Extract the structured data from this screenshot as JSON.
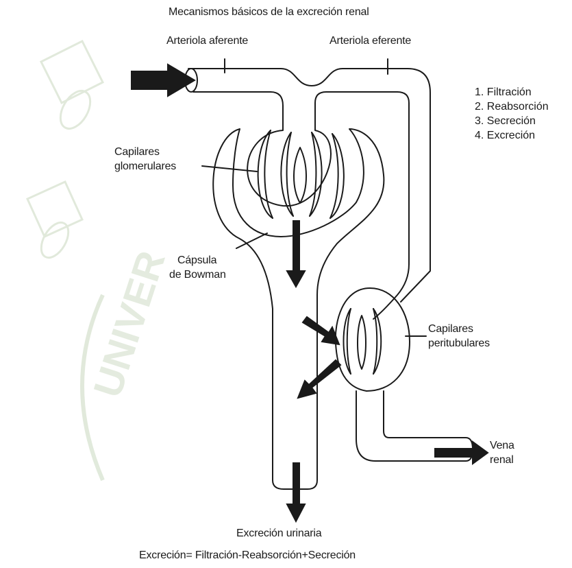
{
  "title": "Mecanismos básicos de la excreción renal",
  "labels": {
    "afferent": "Arteriola aferente",
    "efferent": "Arteriola eferente",
    "glomerular_1": "Capilares",
    "glomerular_2": "glomerulares",
    "bowman_1": "Cápsula",
    "bowman_2": "de Bowman",
    "peritubular_1": "Capilares",
    "peritubular_2": "peritubulares",
    "vein_1": "Vena",
    "vein_2": "renal",
    "urinary": "Excreción urinaria"
  },
  "steps": [
    "1. Filtración",
    "2. Reabsorción",
    "3. Secreción",
    "4. Excreción"
  ],
  "formula": "Excreción= Filtración-Reabsorción+Secreción",
  "watermark": {
    "text": "UNIVER",
    "color": "#cfdcc6"
  },
  "colors": {
    "ink": "#1a1a1a",
    "background": "#ffffff"
  }
}
